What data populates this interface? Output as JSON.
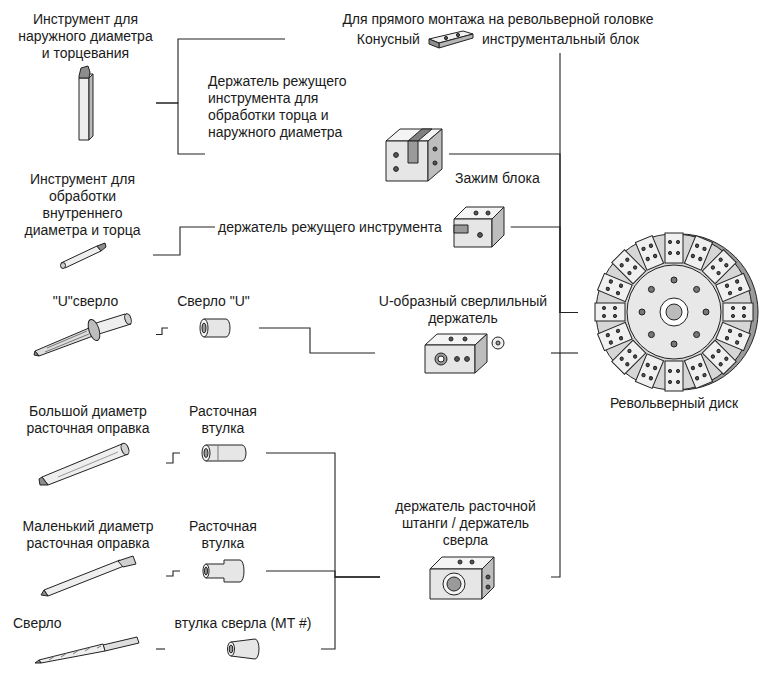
{
  "diagram": {
    "nodes": [
      {
        "text": [
          "Инструмент для наружного диаметра и торцевания"
        ]
      },
      {
        "text": [
          "Для прямого монтажа на револьверной головке",
          "Конусный",
          "инструментальный блок"
        ]
      },
      {
        "text": [
          "Держатель режущего инструмента для обработки торца и наружного диаметра"
        ]
      },
      {
        "text": [
          "Инструмент для обработки внутреннего диаметра и торца"
        ]
      },
      {
        "text": [
          "держатель режущего инструмента"
        ]
      },
      {
        "text": [
          "\"U\"сверло"
        ]
      },
      {
        "text": [
          "Сверло \"U\""
        ]
      },
      {
        "text": [
          "U-образный сверлильный держатель"
        ]
      },
      {
        "text": [
          "Большой диаметр расточная оправка"
        ]
      },
      {
        "text": [
          "Расточная втулка"
        ]
      },
      {
        "text": [
          "Маленький диаметр расточная оправка"
        ]
      },
      {
        "text": [
          "Расточная втулка"
        ]
      },
      {
        "text": [
          "держатель расточной штанги / держатель сверла"
        ]
      },
      {
        "text": [
          "Сверло"
        ]
      },
      {
        "text": [
          "втулка сверла (MT #)"
        ]
      },
      {
        "text": [
          "Револьверный диск"
        ]
      }
    ],
    "edges": [
      {
        "from": 0,
        "to": 1,
        "arrow": "none"
      },
      {
        "from": 0,
        "to": 2,
        "arrow": "none"
      },
      {
        "from": 1,
        "to": 15,
        "arrow": "none"
      },
      {
        "from": 2,
        "to": 15,
        "arrow": "none"
      },
      {
        "from": 3,
        "to": 4,
        "arrow": "none"
      },
      {
        "from": 4,
        "to": 15,
        "arrow": "none"
      },
      {
        "from": 5,
        "to": 6,
        "arrow": "none"
      },
      {
        "from": 6,
        "to": 7,
        "arrow": "none"
      },
      {
        "from": 7,
        "to": 15,
        "arrow": "none"
      },
      {
        "from": 8,
        "to": 9,
        "arrow": "none"
      },
      {
        "from": 9,
        "to": 12,
        "arrow": "none"
      },
      {
        "from": 10,
        "to": 11,
        "arrow": "none"
      },
      {
        "from": 11,
        "to": 12,
        "arrow": "none"
      },
      {
        "from": 13,
        "to": 14,
        "arrow": "none"
      },
      {
        "from": 14,
        "to": 12,
        "arrow": "none"
      },
      {
        "from": 12,
        "to": 15,
        "arrow": "none"
      }
    ],
    "labels": [
      "Зажим блока"
    ]
  }
}
